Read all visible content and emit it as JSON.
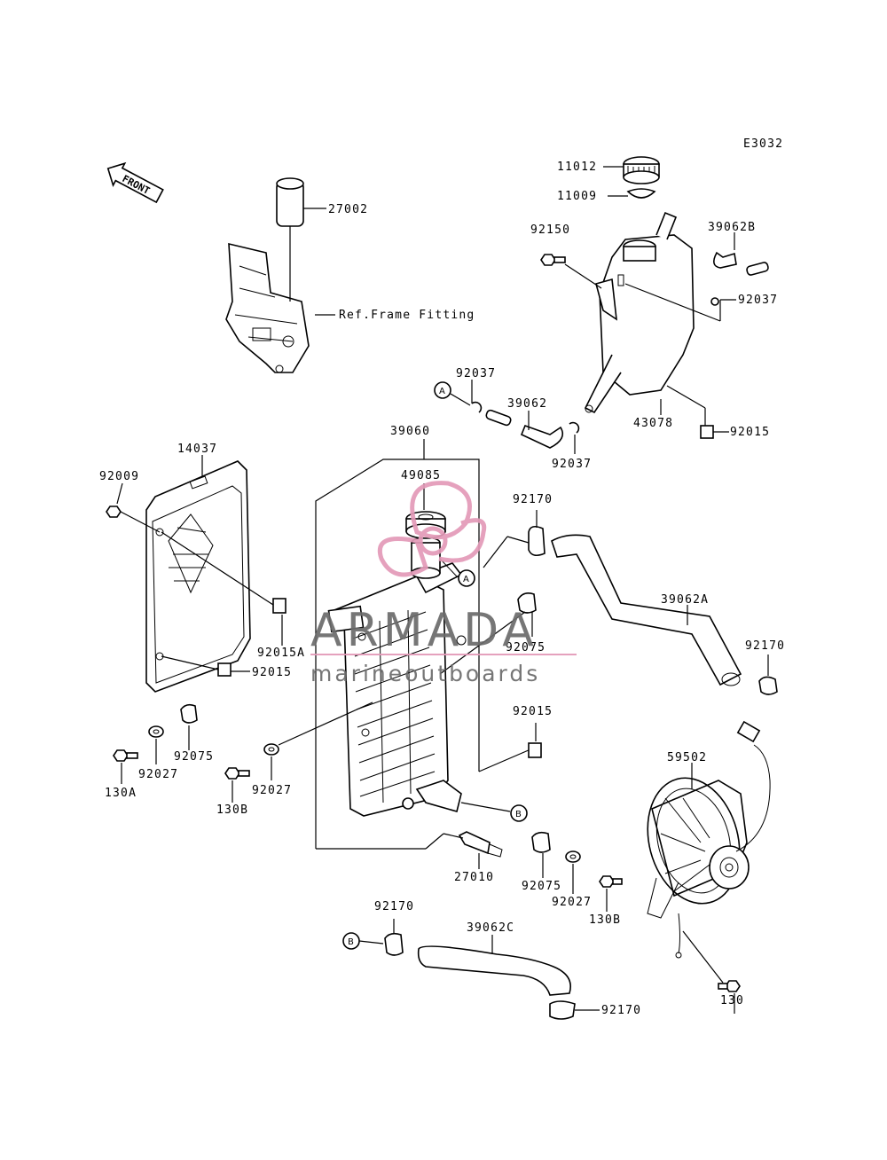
{
  "diagram_code": "E3032",
  "front_label": "FRONT",
  "ref_note": "Ref.Frame Fitting",
  "watermark": {
    "brand": "ARMADA",
    "tagline": "marineoutboards",
    "logo_color": "#e39ab8",
    "line_color": "#e39ab8"
  },
  "circle_refs": {
    "a": "A",
    "b": "B"
  },
  "parts": {
    "p11012": "11012",
    "p11009": "11009",
    "p92150": "92150",
    "p39062B": "39062B",
    "p92037_tank": "92037",
    "p27002": "27002",
    "p92037_a": "92037",
    "p39062": "39062",
    "p92037_b": "92037",
    "p43078": "43078",
    "p92015_tank": "92015",
    "p14037": "14037",
    "p39060": "39060",
    "p92009": "92009",
    "p49085": "49085",
    "p92170_top": "92170",
    "p39062A": "39062A",
    "p92170_right": "92170",
    "p92075_mid": "92075",
    "p92015A": "92015A",
    "p92015_left": "92015",
    "p92015_mid": "92015",
    "p92075_left": "92075",
    "p92027_left": "92027",
    "p130A": "130A",
    "p92027_mid": "92027",
    "p130B_left": "130B",
    "p59502": "59502",
    "p27010": "27010",
    "p92075_low": "92075",
    "p92027_low": "92027",
    "p130B_right": "130B",
    "p92170_low": "92170",
    "p39062C": "39062C",
    "p92170_bottom": "92170",
    "p130": "130"
  }
}
